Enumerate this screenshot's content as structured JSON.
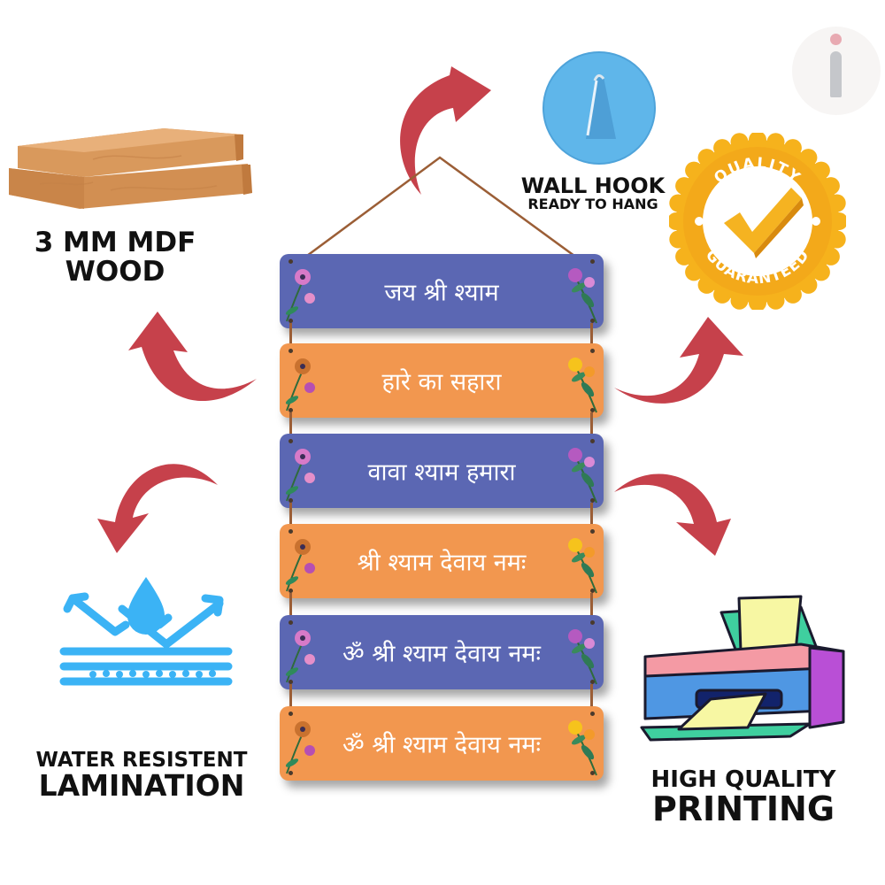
{
  "colors": {
    "purple": "#5b67b3",
    "orange": "#f2974f",
    "arrow": "#c6414b",
    "rope": "#9b5e36",
    "water_blue": "#3bb3f5",
    "hook_blue": "#5fb6ea",
    "badge_gold": "#f6b21c"
  },
  "features": {
    "wood": {
      "icon": "wood-planks-icon",
      "line1": "3 MM MDF",
      "line2": "WOOD"
    },
    "hook": {
      "icon": "wall-hook-icon",
      "line1": "WALL HOOK",
      "line2": "READY TO HANG"
    },
    "quality": {
      "icon": "quality-badge-icon",
      "top_text": "QUALITY",
      "bottom_text": "GUARANTEED"
    },
    "water": {
      "icon": "water-drop-icon",
      "line1": "WATER RESISTENT",
      "line2": "LAMINATION"
    },
    "printing": {
      "icon": "printer-icon",
      "line1": "HIGH QUALITY",
      "line2": "PRINTING"
    }
  },
  "planks": [
    {
      "text": "जय श्री श्याम",
      "color": "purple"
    },
    {
      "text": "हारे का सहारा",
      "color": "orange"
    },
    {
      "text": "वावा श्याम हमारा",
      "color": "purple"
    },
    {
      "text": "श्री श्याम देवाय नमः",
      "color": "orange"
    },
    {
      "text": "ॐ श्री श्याम देवाय नमः",
      "color": "purple"
    },
    {
      "text": "ॐ श्री श्याम देवाय नमः",
      "color": "orange"
    }
  ],
  "watermark": {
    "icon": "info-logo-icon"
  }
}
